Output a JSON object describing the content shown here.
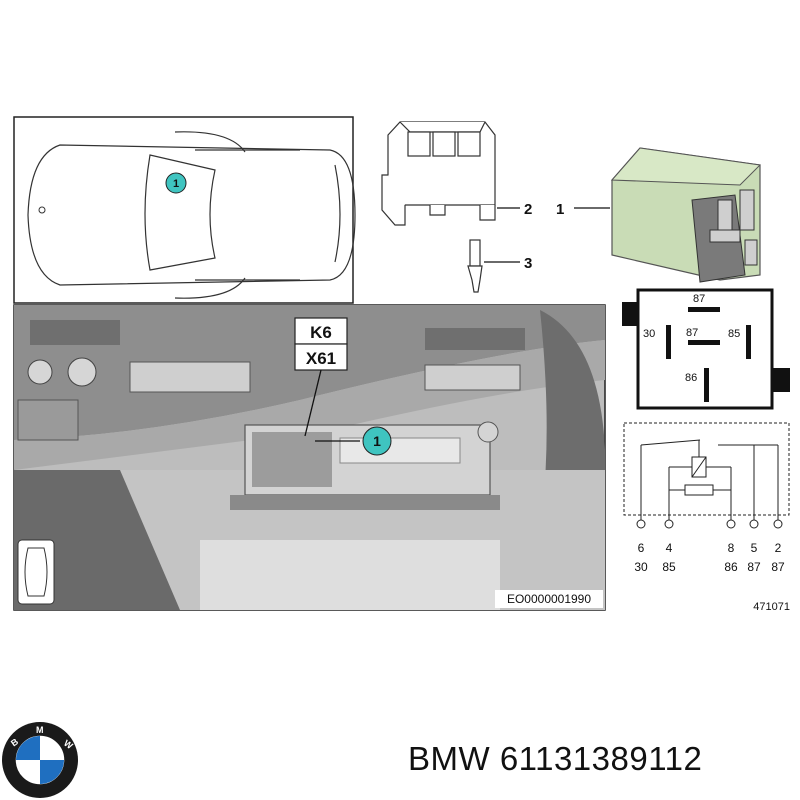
{
  "callouts": {
    "car_top_view": "1",
    "dashboard_location": "1",
    "relay": "1",
    "relay_socket": "2",
    "terminal_pin": "3"
  },
  "dashboard": {
    "connector_label_top": "K6",
    "connector_label_bottom": "X61",
    "image_code": "EO0000001990"
  },
  "relay_pinout": {
    "top_terminal": "87",
    "left_terminal": "30",
    "center_terminal": "87",
    "right_terminal": "85",
    "bottom_terminal": "86"
  },
  "schematic": {
    "pins": [
      {
        "number": "6",
        "terminal": "30"
      },
      {
        "number": "4",
        "terminal": "85"
      },
      {
        "number": "8",
        "terminal": "86"
      },
      {
        "number": "5",
        "terminal": "87"
      },
      {
        "number": "2",
        "terminal": "87"
      }
    ]
  },
  "diagram_code": "471071",
  "caption": {
    "brand": "BMW",
    "part_number": "61131389112"
  },
  "logo": {
    "text": "BMW",
    "colors": {
      "ring": "#1a1a1a",
      "blue": "#1f6fc0",
      "white": "#ffffff"
    }
  },
  "colors": {
    "callout_fill": "#3fc4c0",
    "relay_body": "#c9dcb6"
  }
}
